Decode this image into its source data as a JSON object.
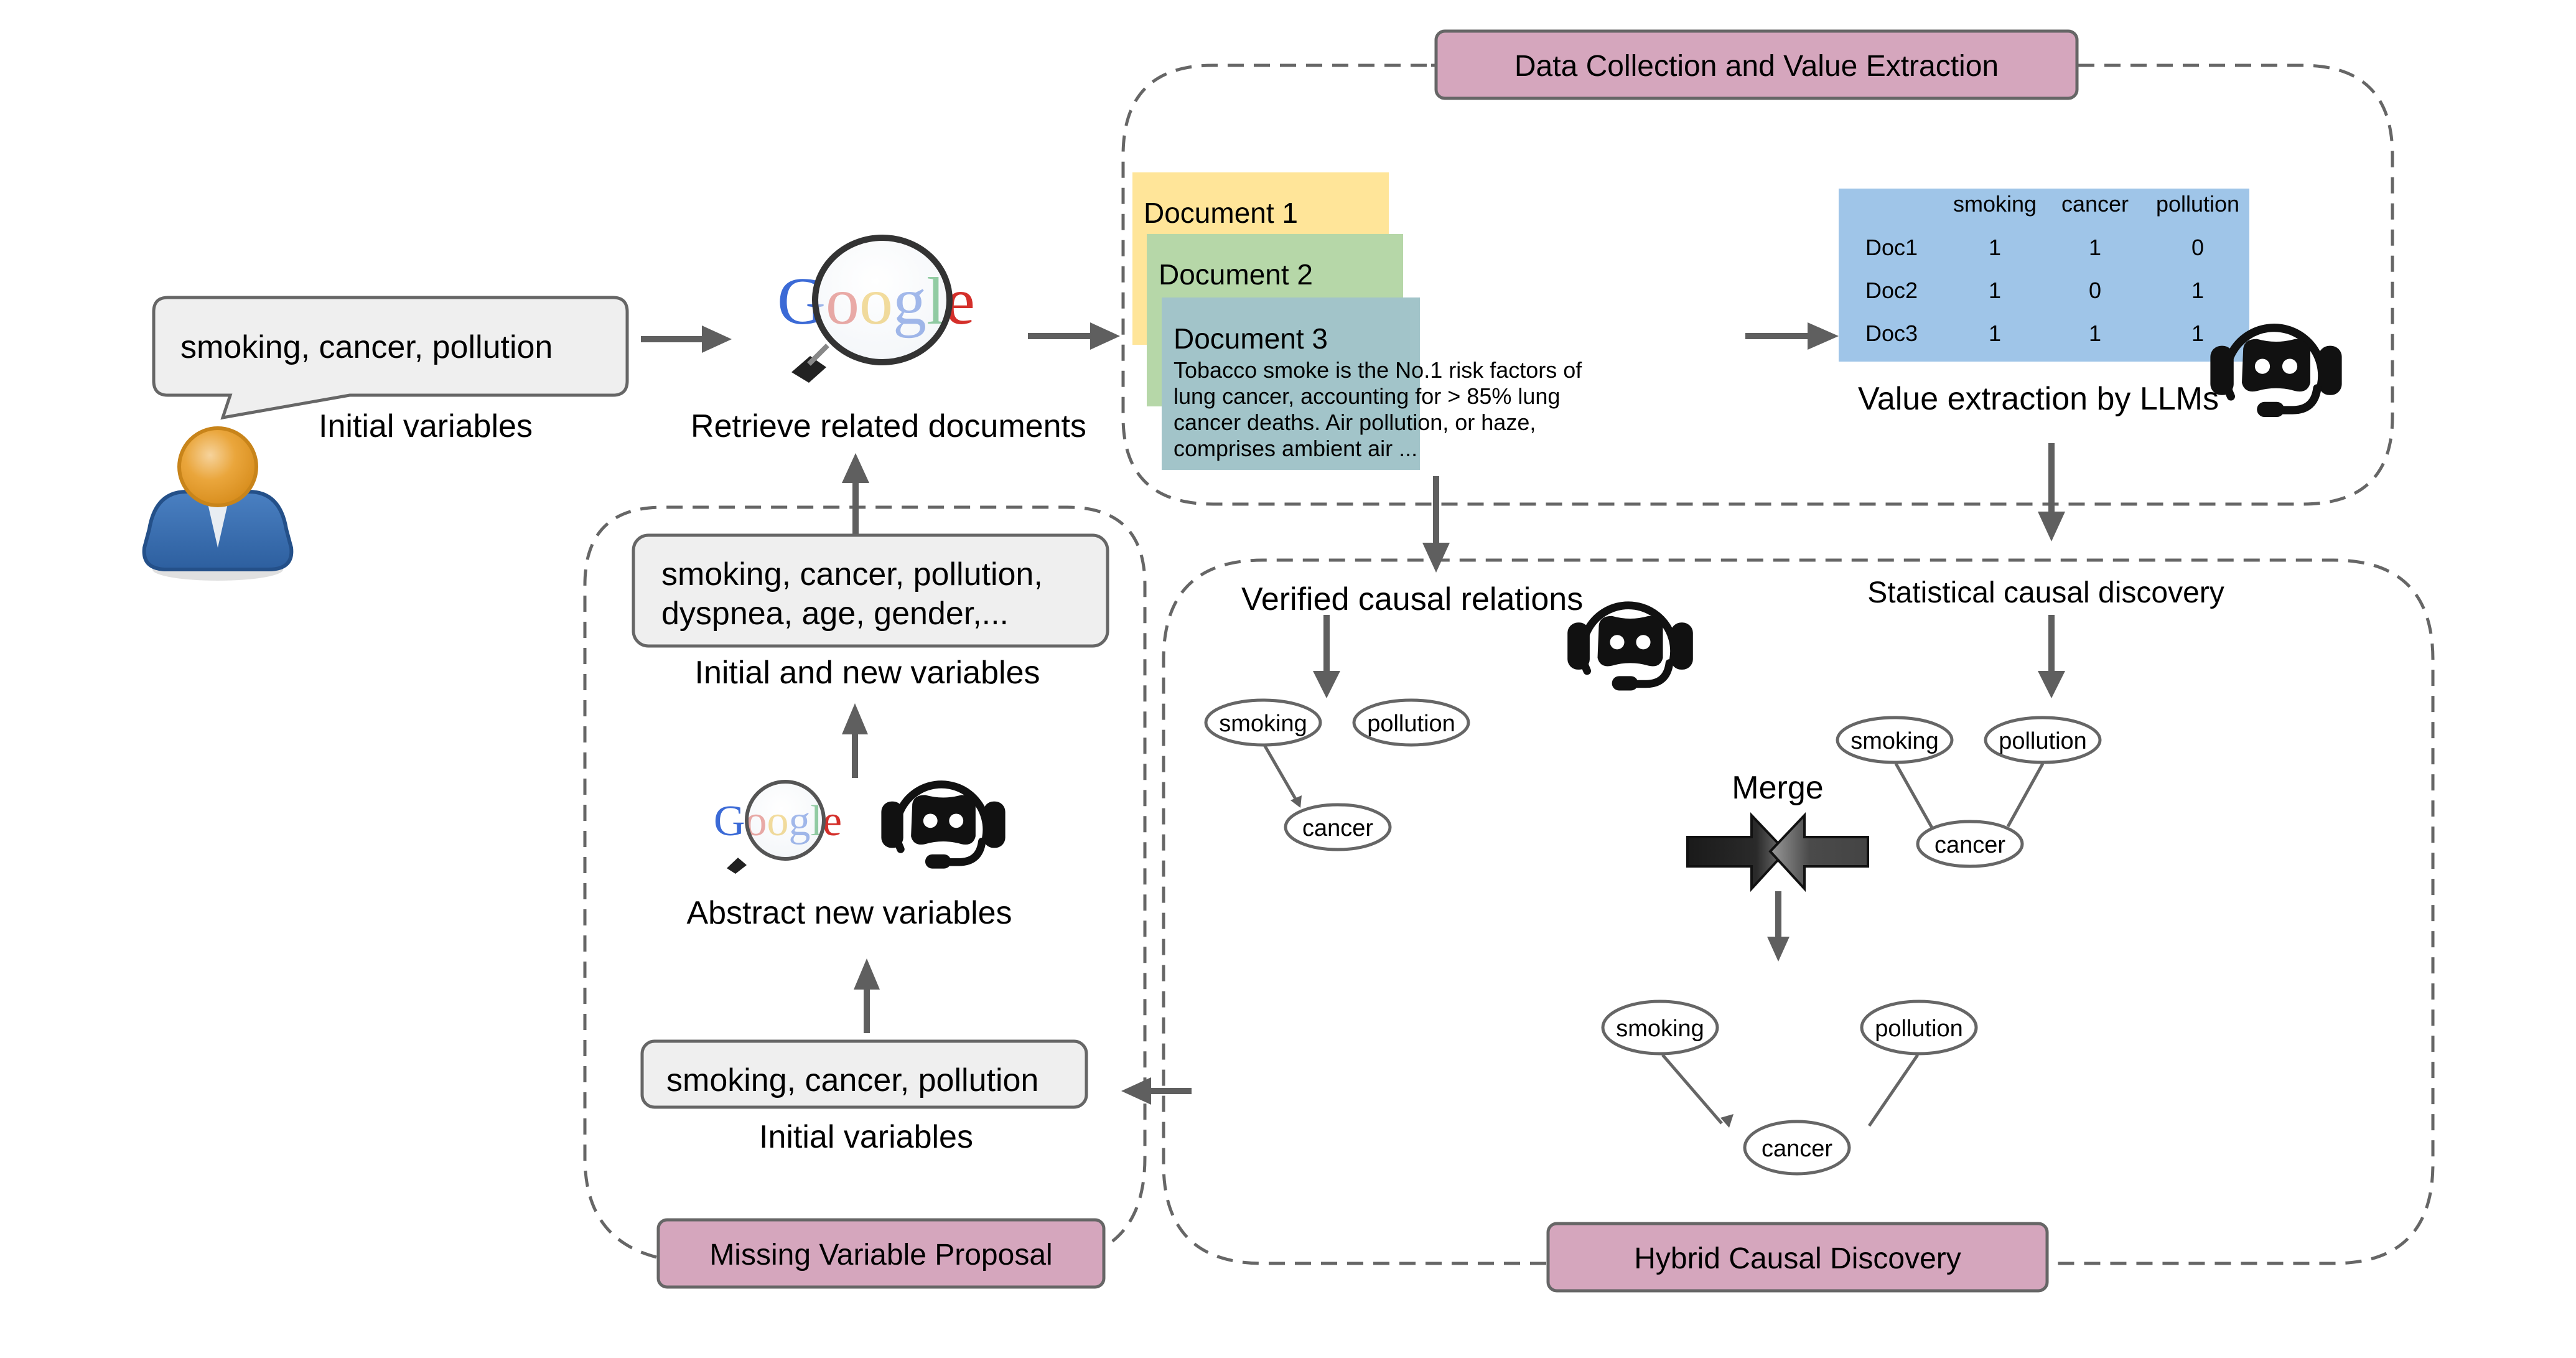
{
  "sections": {
    "data_collection": {
      "title": "Data Collection and Value Extraction"
    },
    "missing_variable": {
      "title": "Missing Variable Proposal"
    },
    "hybrid_causal": {
      "title": "Hybrid Causal Discovery"
    }
  },
  "user": {
    "speech": "smoking, cancer, pollution",
    "caption": "Initial variables",
    "icon": "user-avatar-icon"
  },
  "retrieve": {
    "logo_text": "Google",
    "caption": "Retrieve related documents",
    "icon": "google-magnifier-icon"
  },
  "documents": [
    {
      "title": "Document 1",
      "color": "#ffe599"
    },
    {
      "title": "Document 2",
      "color": "#b6d7a8"
    },
    {
      "title": "Document 3",
      "color": "#a2c4c9",
      "lines": [
        "Tobacco smoke is the No.1 risk factors of",
        "lung cancer, accounting for > 85% lung",
        "cancer deaths. Air pollution, or haze,",
        "comprises ambient air ..."
      ]
    }
  ],
  "value_table": {
    "color": "#9fc5e8",
    "columns": [
      "smoking",
      "cancer",
      "pollution"
    ],
    "rows": [
      {
        "label": "Doc1",
        "values": [
          "1",
          "1",
          "0"
        ]
      },
      {
        "label": "Doc2",
        "values": [
          "1",
          "0",
          "1"
        ]
      },
      {
        "label": "Doc3",
        "values": [
          "1",
          "1",
          "1"
        ]
      }
    ],
    "caption": "Value extraction by LLMs",
    "icon": "llm-bot-headset-icon"
  },
  "missing": {
    "new_vars_line1": "smoking, cancer, pollution,",
    "new_vars_line2": "dyspnea, age, gender,...",
    "new_vars_color": "#38761d",
    "new_vars_caption": "Initial and new variables",
    "abstract_logo_text": "Google",
    "abstract_caption": "Abstract new variables",
    "initial_vars": "smoking, cancer, pollution",
    "initial_caption": "Initial variables"
  },
  "hybrid": {
    "verified_caption": "Verified causal relations",
    "statistical_caption": "Statistical causal discovery",
    "merge_label": "Merge",
    "verified_graph": {
      "nodes": [
        "smoking",
        "pollution",
        "cancer"
      ],
      "edges": [
        {
          "from": "smoking",
          "to": "cancer",
          "directed": true
        }
      ]
    },
    "statistical_graph": {
      "nodes": [
        "smoking",
        "pollution",
        "cancer"
      ],
      "edges": [
        {
          "from": "smoking",
          "to": "cancer",
          "directed": false
        },
        {
          "from": "pollution",
          "to": "cancer",
          "directed": false
        }
      ]
    },
    "merged_graph": {
      "nodes": [
        "smoking",
        "pollution",
        "cancer"
      ],
      "edges": [
        {
          "from": "smoking",
          "to": "cancer",
          "directed": true
        },
        {
          "from": "pollution",
          "to": "cancer",
          "directed": false
        }
      ]
    }
  },
  "colors": {
    "section_label": "#d5a6bd",
    "arrow": "#5f5f5f",
    "dashed_border": "#666666",
    "box_fill": "#efefef"
  }
}
